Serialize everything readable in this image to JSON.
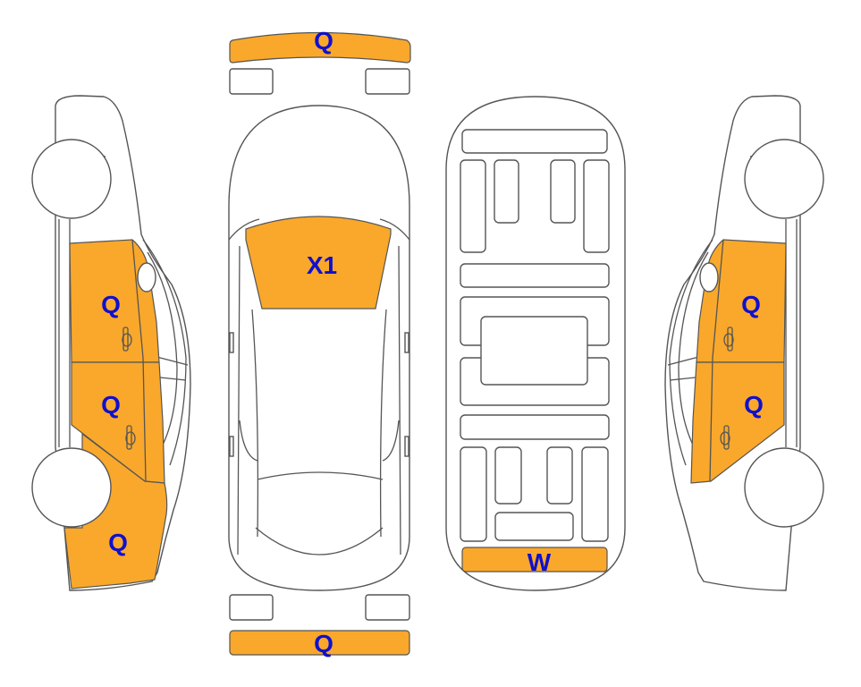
{
  "diagram": {
    "title": "Vehicle damage diagram",
    "colors": {
      "damage_fill": "#F9A82B",
      "label": "#1010CC",
      "outline": "#555555"
    },
    "views": {
      "left_side": {
        "zones": [
          {
            "name": "left-front-door",
            "code": "Q"
          },
          {
            "name": "left-rear-door",
            "code": "Q"
          },
          {
            "name": "left-rear-quarter",
            "code": "Q"
          }
        ]
      },
      "top": {
        "zones": [
          {
            "name": "front-bumper",
            "code": "Q"
          },
          {
            "name": "windshield",
            "code": "X1"
          },
          {
            "name": "rear-bumper",
            "code": "Q"
          }
        ]
      },
      "underside": {
        "zones": [
          {
            "name": "rear-underbody-panel",
            "code": "W"
          }
        ]
      },
      "right_side": {
        "zones": [
          {
            "name": "right-front-door",
            "code": "Q"
          },
          {
            "name": "right-rear-door",
            "code": "Q"
          }
        ]
      }
    }
  }
}
